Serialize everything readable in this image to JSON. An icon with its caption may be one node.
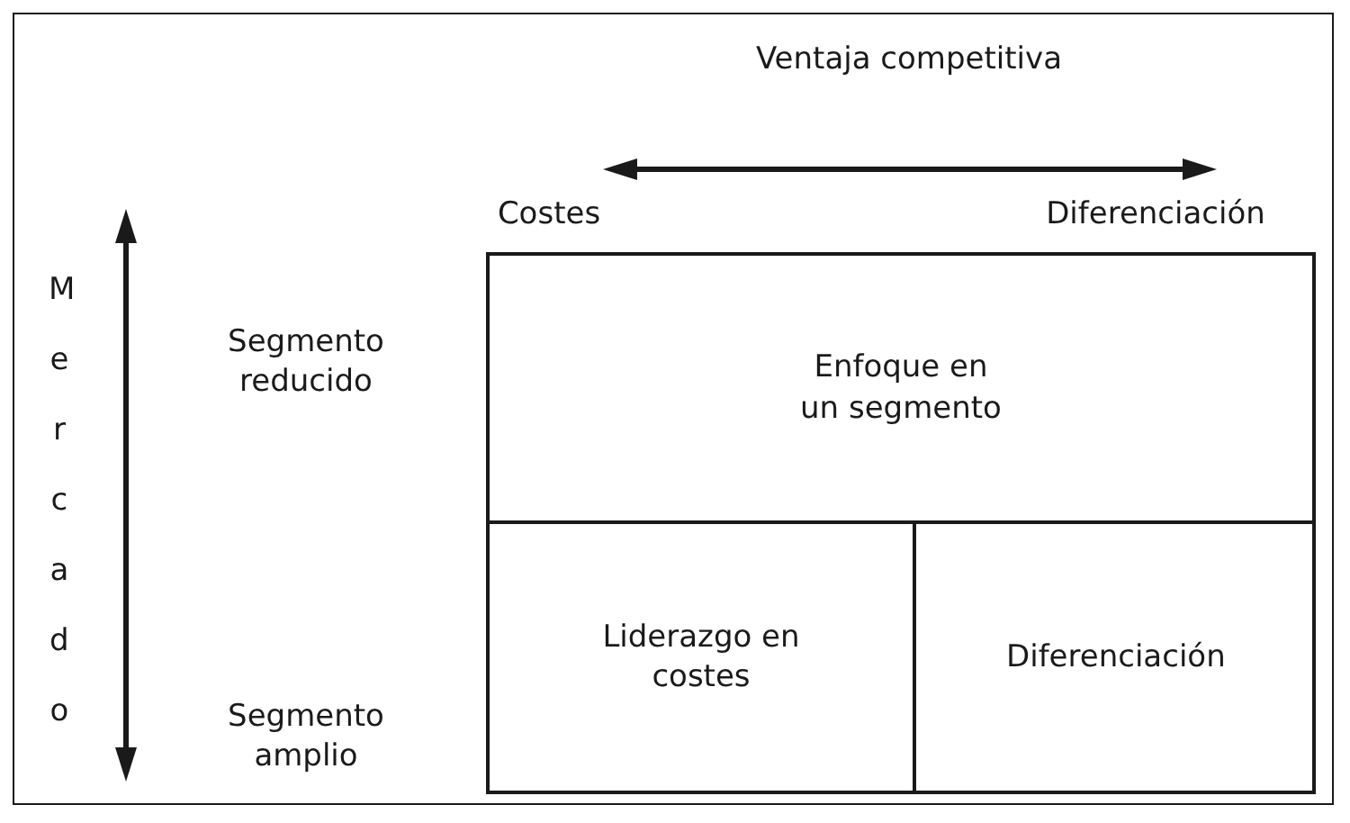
{
  "diagram": {
    "nodes": [
      {
        "text": [
          "Enfoque en un segmento"
        ]
      },
      {
        "text": [
          "Liderazgo en costes"
        ]
      },
      {
        "text": [
          "Diferenciación"
        ]
      }
    ],
    "labels": [
      "Ventaja competitiva",
      "Costes",
      "Diferenciación",
      "Mercado",
      "Segmento reducido",
      "Segmento amplio"
    ]
  }
}
